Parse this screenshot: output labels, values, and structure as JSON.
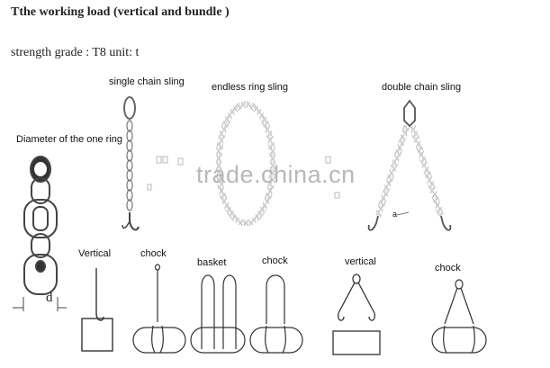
{
  "heading": "Tthe working load (vertical and bundle )",
  "strength_line": "strength grade : T8  unit: t",
  "labels": {
    "single": "single chain sling",
    "endless": "endless ring sling",
    "double": "double chain sling",
    "diameter": "Diameter of the one ring",
    "d": "d",
    "a": "a",
    "vertical1": "Vertical",
    "chock1": "chock",
    "basket": "basket",
    "chock2": "chock",
    "vertical2": "vertical",
    "chock3": "chock"
  },
  "watermark": "trade.china.cn",
  "colors": {
    "chain": "#b3b3b3",
    "line": "#333333",
    "watermark": "#b8b8b8"
  }
}
